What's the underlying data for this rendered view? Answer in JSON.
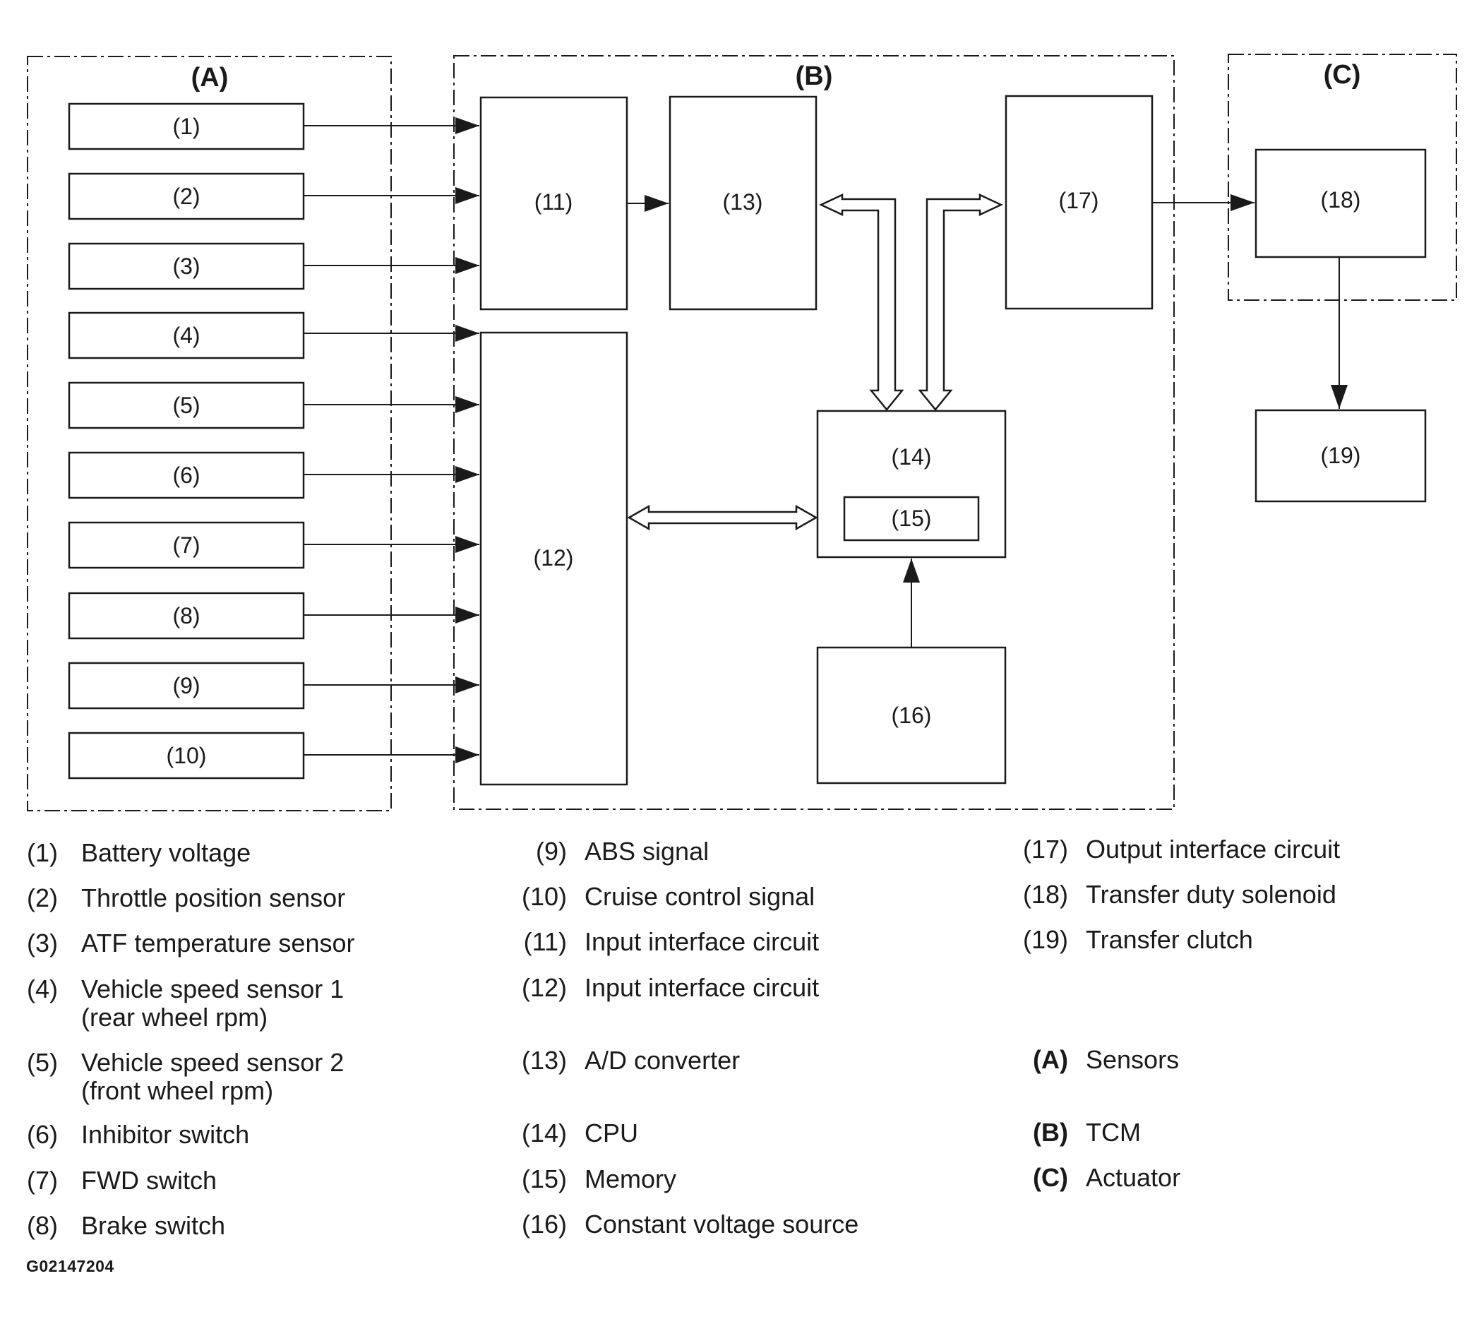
{
  "groups": {
    "A": "(A)",
    "B": "(B)",
    "C": "(C)"
  },
  "boxes": {
    "b1": "(1)",
    "b2": "(2)",
    "b3": "(3)",
    "b4": "(4)",
    "b5": "(5)",
    "b6": "(6)",
    "b7": "(7)",
    "b8": "(8)",
    "b9": "(9)",
    "b10": "(10)",
    "b11": "(11)",
    "b12": "(12)",
    "b13": "(13)",
    "b14": "(14)",
    "b15": "(15)",
    "b16": "(16)",
    "b17": "(17)",
    "b18": "(18)",
    "b19": "(19)"
  },
  "legend": {
    "col1": [
      {
        "num": "(1)",
        "text": "Battery voltage"
      },
      {
        "num": "(2)",
        "text": "Throttle position sensor"
      },
      {
        "num": "(3)",
        "text": "ATF temperature sensor"
      },
      {
        "num": "(4)",
        "text": "Vehicle speed sensor 1",
        "text2": "(rear wheel rpm)"
      },
      {
        "num": "(5)",
        "text": "Vehicle speed sensor 2",
        "text2": "(front wheel rpm)"
      },
      {
        "num": "(6)",
        "text": "Inhibitor switch"
      },
      {
        "num": "(7)",
        "text": "FWD switch"
      },
      {
        "num": "(8)",
        "text": "Brake switch"
      }
    ],
    "col2": [
      {
        "num": "(9)",
        "text": "ABS signal"
      },
      {
        "num": "(10)",
        "text": "Cruise control signal"
      },
      {
        "num": "(11)",
        "text": "Input interface circuit"
      },
      {
        "num": "(12)",
        "text": "Input interface circuit"
      },
      {
        "num": "(13)",
        "text": "A/D converter"
      },
      {
        "num": "(14)",
        "text": "CPU"
      },
      {
        "num": "(15)",
        "text": "Memory"
      },
      {
        "num": "(16)",
        "text": "Constant voltage source"
      }
    ],
    "col3": [
      {
        "num": "(17)",
        "text": "Output interface circuit"
      },
      {
        "num": "(18)",
        "text": "Transfer duty solenoid"
      },
      {
        "num": "(19)",
        "text": "Transfer clutch"
      },
      {
        "num": "(A)",
        "text": "Sensors"
      },
      {
        "num": "(B)",
        "text": "TCM"
      },
      {
        "num": "(C)",
        "text": "Actuator"
      }
    ]
  },
  "figure_id": "G02147204"
}
